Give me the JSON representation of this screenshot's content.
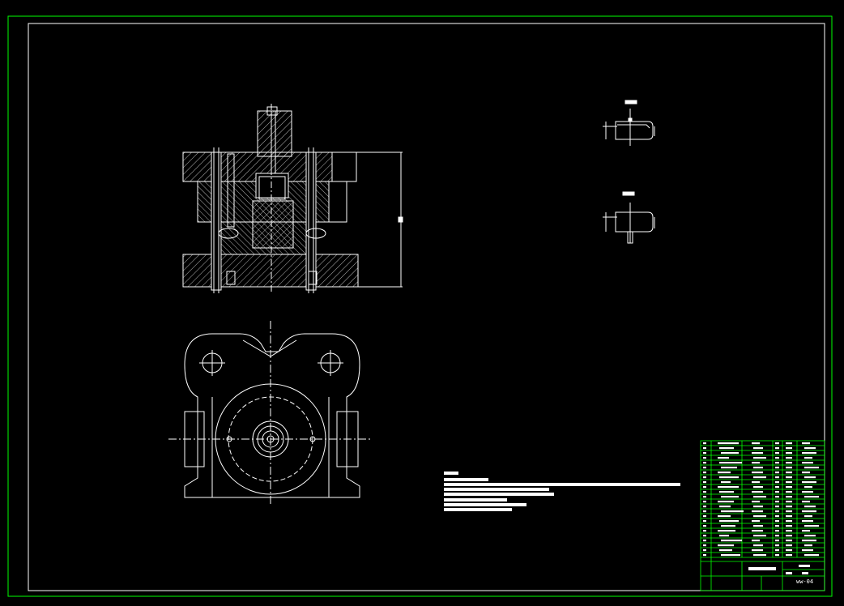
{
  "drawing": {
    "colors": {
      "background": "#000000",
      "frame": "#00ff00",
      "lines": "#ffffff",
      "hatch": "#ffffff",
      "title_block": "#00ff00",
      "title_text": "#ffffff"
    },
    "title_block": {
      "drawing_number": "ww-04"
    },
    "icons": [
      "section-view",
      "top-view",
      "part-profile",
      "technical-notes",
      "title-block"
    ]
  }
}
